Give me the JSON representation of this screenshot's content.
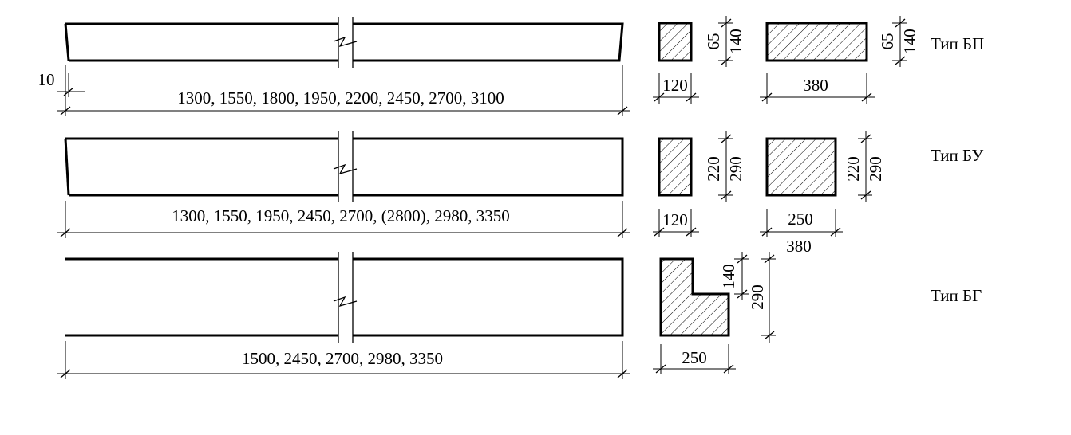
{
  "rows": [
    {
      "type_label": "Тип БП",
      "length_label": "1300, 1550, 1800, 1950, 2200, 2450, 2700, 3100",
      "offset_label": "10",
      "sections": [
        {
          "width_label": "120",
          "height_labels": [
            "65",
            "140"
          ]
        },
        {
          "width_label": "380",
          "height_labels": [
            "65",
            "140"
          ]
        }
      ]
    },
    {
      "type_label": "Тип БУ",
      "length_label": "1300, 1550, 1950, 2450, 2700, (2800), 2980, 3350",
      "sections": [
        {
          "width_label": "120",
          "height_labels": [
            "220",
            "290"
          ]
        },
        {
          "width_label": "250",
          "extra_width_label": "380",
          "height_labels": [
            "220",
            "290"
          ]
        }
      ]
    },
    {
      "type_label": "Тип БГ",
      "length_label": "1500, 2450, 2700, 2980, 3350",
      "sections": [
        {
          "width_label": "250",
          "height_labels": [
            "140",
            "290"
          ]
        }
      ]
    }
  ]
}
